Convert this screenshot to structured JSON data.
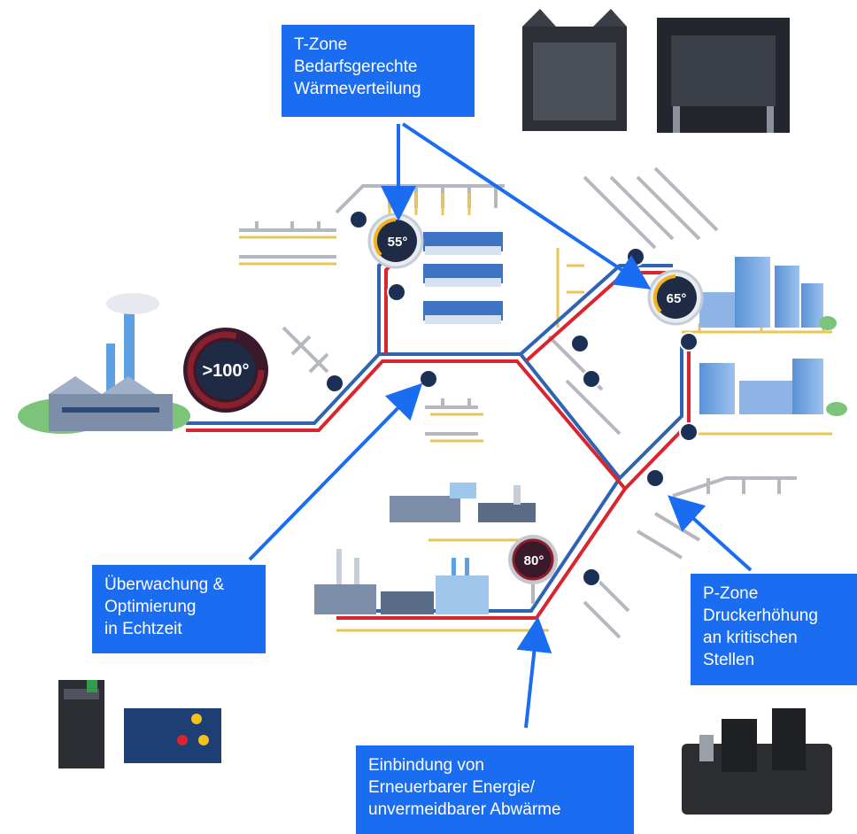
{
  "callouts": {
    "t_zone": "T-Zone\nBedarfsgerechte\nWärmeverteilung",
    "monitoring": "Überwachung &\nOptimierung\nin Echtzeit",
    "p_zone": "P-Zone\nDruckerhöhung\nan kritischen\nStellen",
    "renewables": "Einbindung von\nErneuerbarer Energie/\nunvermeidbarer Abwärme"
  },
  "gauges": {
    "plant": ">100°",
    "residential": "55°",
    "city": "65°",
    "industry": "80°"
  },
  "colors": {
    "callout_blue": "#1a6cf0",
    "supply_red": "#d9262e",
    "return_blue": "#2f64b3",
    "branch_grey": "#b5b9bf",
    "branch_yellow": "#e8c65a",
    "node_navy": "#1c2f55",
    "gauge_red_dark": "#3a1a2a",
    "gauge_yellow": "#f2b21b",
    "building_blue": "#6f9fd8",
    "factory_grey": "#7d8fa8",
    "tree_green": "#7cc47a"
  },
  "icons": [
    "valve-icon",
    "factory-icon",
    "solar-house-icon",
    "office-building-icon",
    "industrial-plant-icon",
    "substation-device-icon",
    "controller-device-icon",
    "pump-unit-icon"
  ]
}
